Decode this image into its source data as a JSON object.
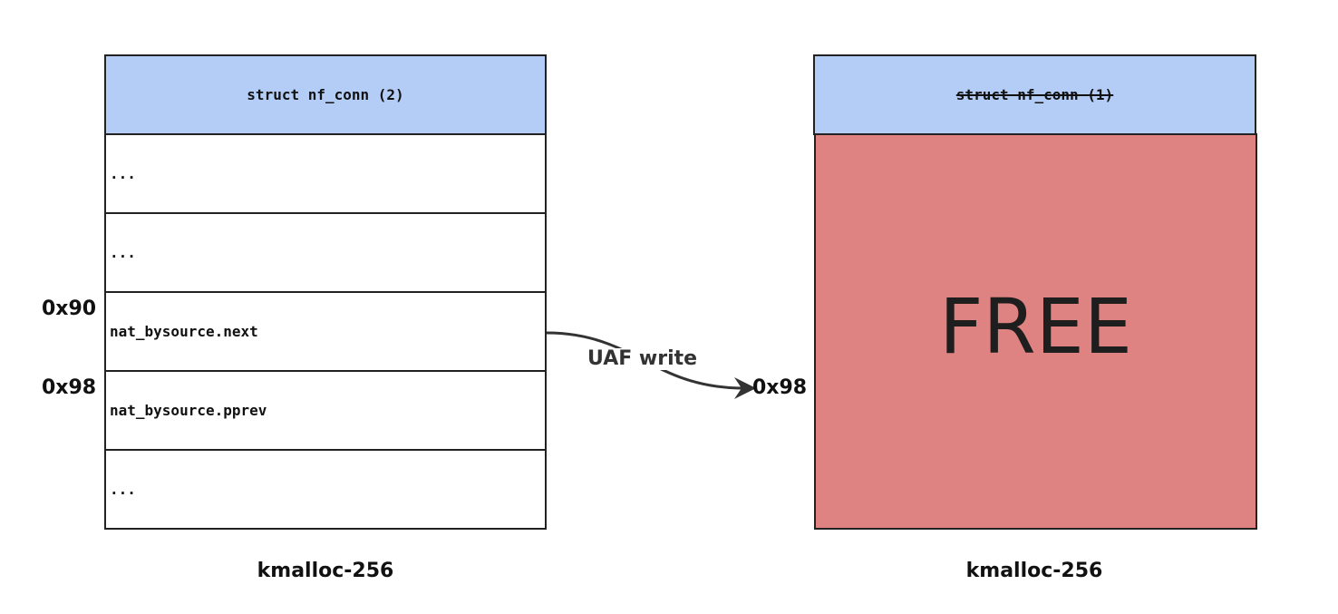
{
  "left_slab": {
    "header": "struct nf_conn (2)",
    "cells": [
      "...",
      "...",
      "nat_bysource.next",
      "nat_bysource.pprev",
      "..."
    ],
    "offsets": [
      "0x90",
      "0x98"
    ],
    "caption": "kmalloc-256"
  },
  "right_slab": {
    "header": "struct nf_conn (1)",
    "body": "FREE",
    "caption": "kmalloc-256",
    "body_color": "#de8382",
    "header_color": "#b3cdf7"
  },
  "arrow": {
    "label": "UAF write",
    "target_offset": "0x98"
  }
}
